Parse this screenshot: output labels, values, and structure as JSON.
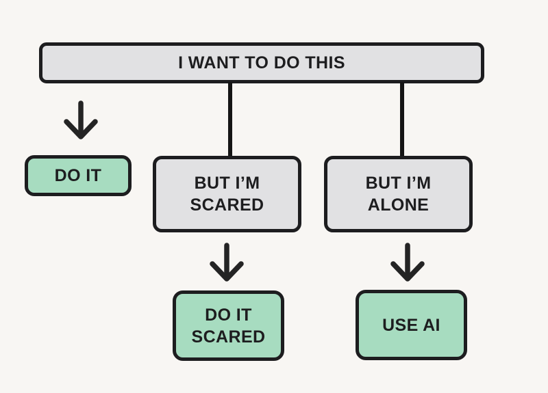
{
  "colors": {
    "background": "#f8f6f3",
    "node_gray": "#e1e1e3",
    "node_green": "#a7dcc0",
    "ink": "#1d1d1f"
  },
  "flowchart": {
    "nodes": {
      "root": {
        "label": "I WANT TO DO THIS"
      },
      "do_it": {
        "label": "DO IT"
      },
      "but_im_scared": {
        "line1": "BUT I’M",
        "line2": "SCARED"
      },
      "but_im_alone": {
        "line1": "BUT I’M",
        "line2": "ALONE"
      },
      "do_it_scared": {
        "line1": "DO IT",
        "line2": "SCARED"
      },
      "use_ai": {
        "label": "USE AI"
      }
    }
  }
}
